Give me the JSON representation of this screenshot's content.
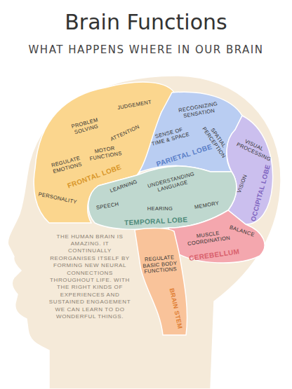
{
  "diagram": {
    "title": "Brain Functions",
    "caption": "WHAT HAPPENS WHERE IN OUR BRAIN",
    "nodes": [
      {
        "text": [
          "THE HUMAN BRAIN IS AMAZING. IT CONTINUALLY REORGANISES ITSELF BY FORMING NEW NEURAL CONNECTIONS THROUGHOUT LIFE. WITH THE RIGHT KINDS OF EXPERIENCES AND SUSTAINED ENGAGEMENT WE CAN LEARN TO DO WONDERFUL THINGS."
        ]
      },
      {
        "text": [
          "FRONTAL LOBE",
          "JUDGEMENT",
          "PROBLEM SOLVING",
          "ATTENTION",
          "MOTOR FUNCTIONS",
          "REGULATE EMOTIONS",
          "PERSONALITY"
        ],
        "in": 0
      },
      {
        "text": [
          "PARIETAL LOBE",
          "RECOGNIZING SENSATION",
          "SENSE OF TIME & SPACE",
          "SPATIAL PERCEPTION"
        ],
        "in": 0
      },
      {
        "text": [
          "OCCIPITAL LOBE",
          "VISUAL PROCESSING",
          "VISION"
        ],
        "in": 0
      },
      {
        "text": [
          "TEMPORAL LOBE",
          "LEARNING",
          "UNDERSTANDING LANGUAGE",
          "SPEECH",
          "HEARING",
          "MEMORY"
        ],
        "in": 0
      },
      {
        "text": [
          "CEREBELLUM",
          "BALANCE",
          "MUSCLE COORDINATION"
        ],
        "in": 0
      },
      {
        "text": [
          "BRAIN STEM",
          "REGULATE BASIC BODY FUNCTIONS"
        ],
        "in": 0
      }
    ]
  }
}
